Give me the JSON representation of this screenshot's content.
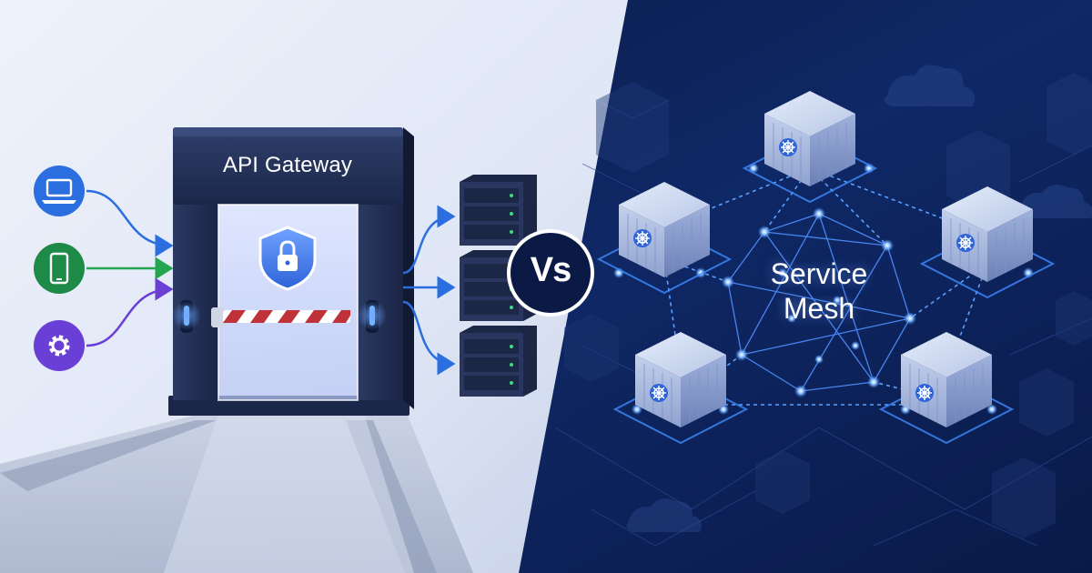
{
  "left": {
    "title": "API Gateway",
    "client_icons": [
      {
        "icon": "laptop-icon",
        "color": "#2a6ee0"
      },
      {
        "icon": "smartphone-icon",
        "color": "#1e8a47"
      },
      {
        "icon": "gear-icon",
        "color": "#6a3fd6"
      }
    ],
    "arrow_colors": [
      "#2a6ee0",
      "#24a650",
      "#6a3fd6"
    ],
    "gateway_icon": "shield-lock-icon"
  },
  "center": {
    "label": "Vs"
  },
  "right": {
    "title_line1": "Service",
    "title_line2": "Mesh",
    "node_icon": "kubernetes-helm-icon",
    "node_count": 5,
    "accent_color": "#3f8cff"
  }
}
